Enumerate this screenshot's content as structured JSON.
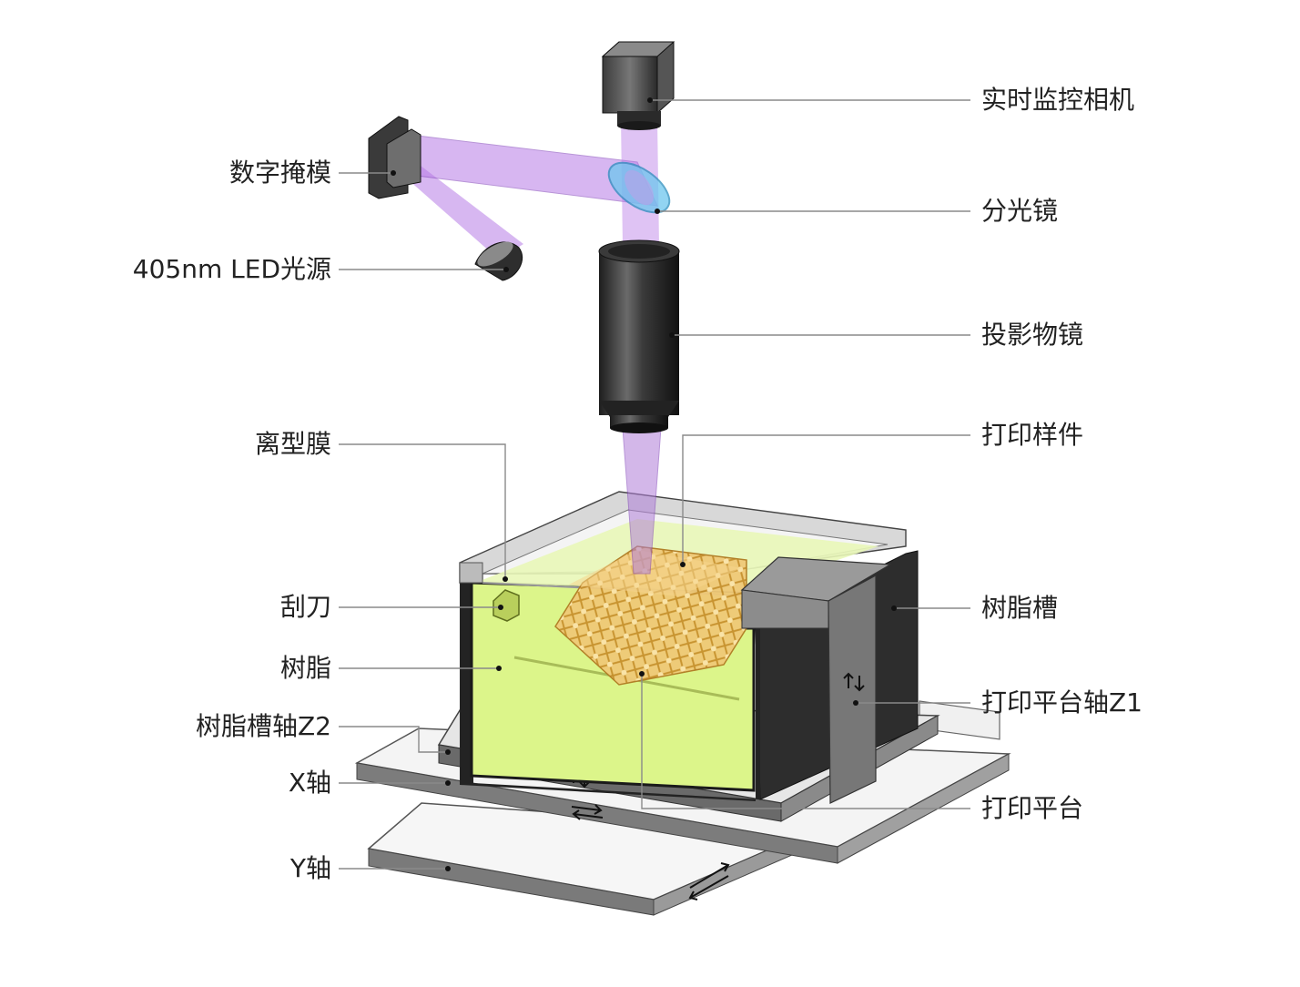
{
  "labels": {
    "left": {
      "digital_mask": "数字掩模",
      "led_source": "405nm LED光源",
      "release_film": "离型膜",
      "scraper": "刮刀",
      "resin": "树脂",
      "vat_axis_z2": "树脂槽轴Z2",
      "x_axis": "X轴",
      "y_axis": "Y轴"
    },
    "right": {
      "camera": "实时监控相机",
      "beam_splitter": "分光镜",
      "projection_lens": "投影物镜",
      "print_sample": "打印样件",
      "resin_vat": "树脂槽",
      "platform_axis_z1": "打印平台轴Z1",
      "print_platform": "打印平台"
    }
  },
  "colors": {
    "resin": "#dcf58a",
    "light_beam": "#b77be6",
    "beam_splitter": "#6ec6ee",
    "sample_lattice": "#e8b85a",
    "vat_wall": "#2c2c2c",
    "frame_gray": "#d9d9d9",
    "label_text": "#222222",
    "leader_line": "#8a8a8a"
  }
}
